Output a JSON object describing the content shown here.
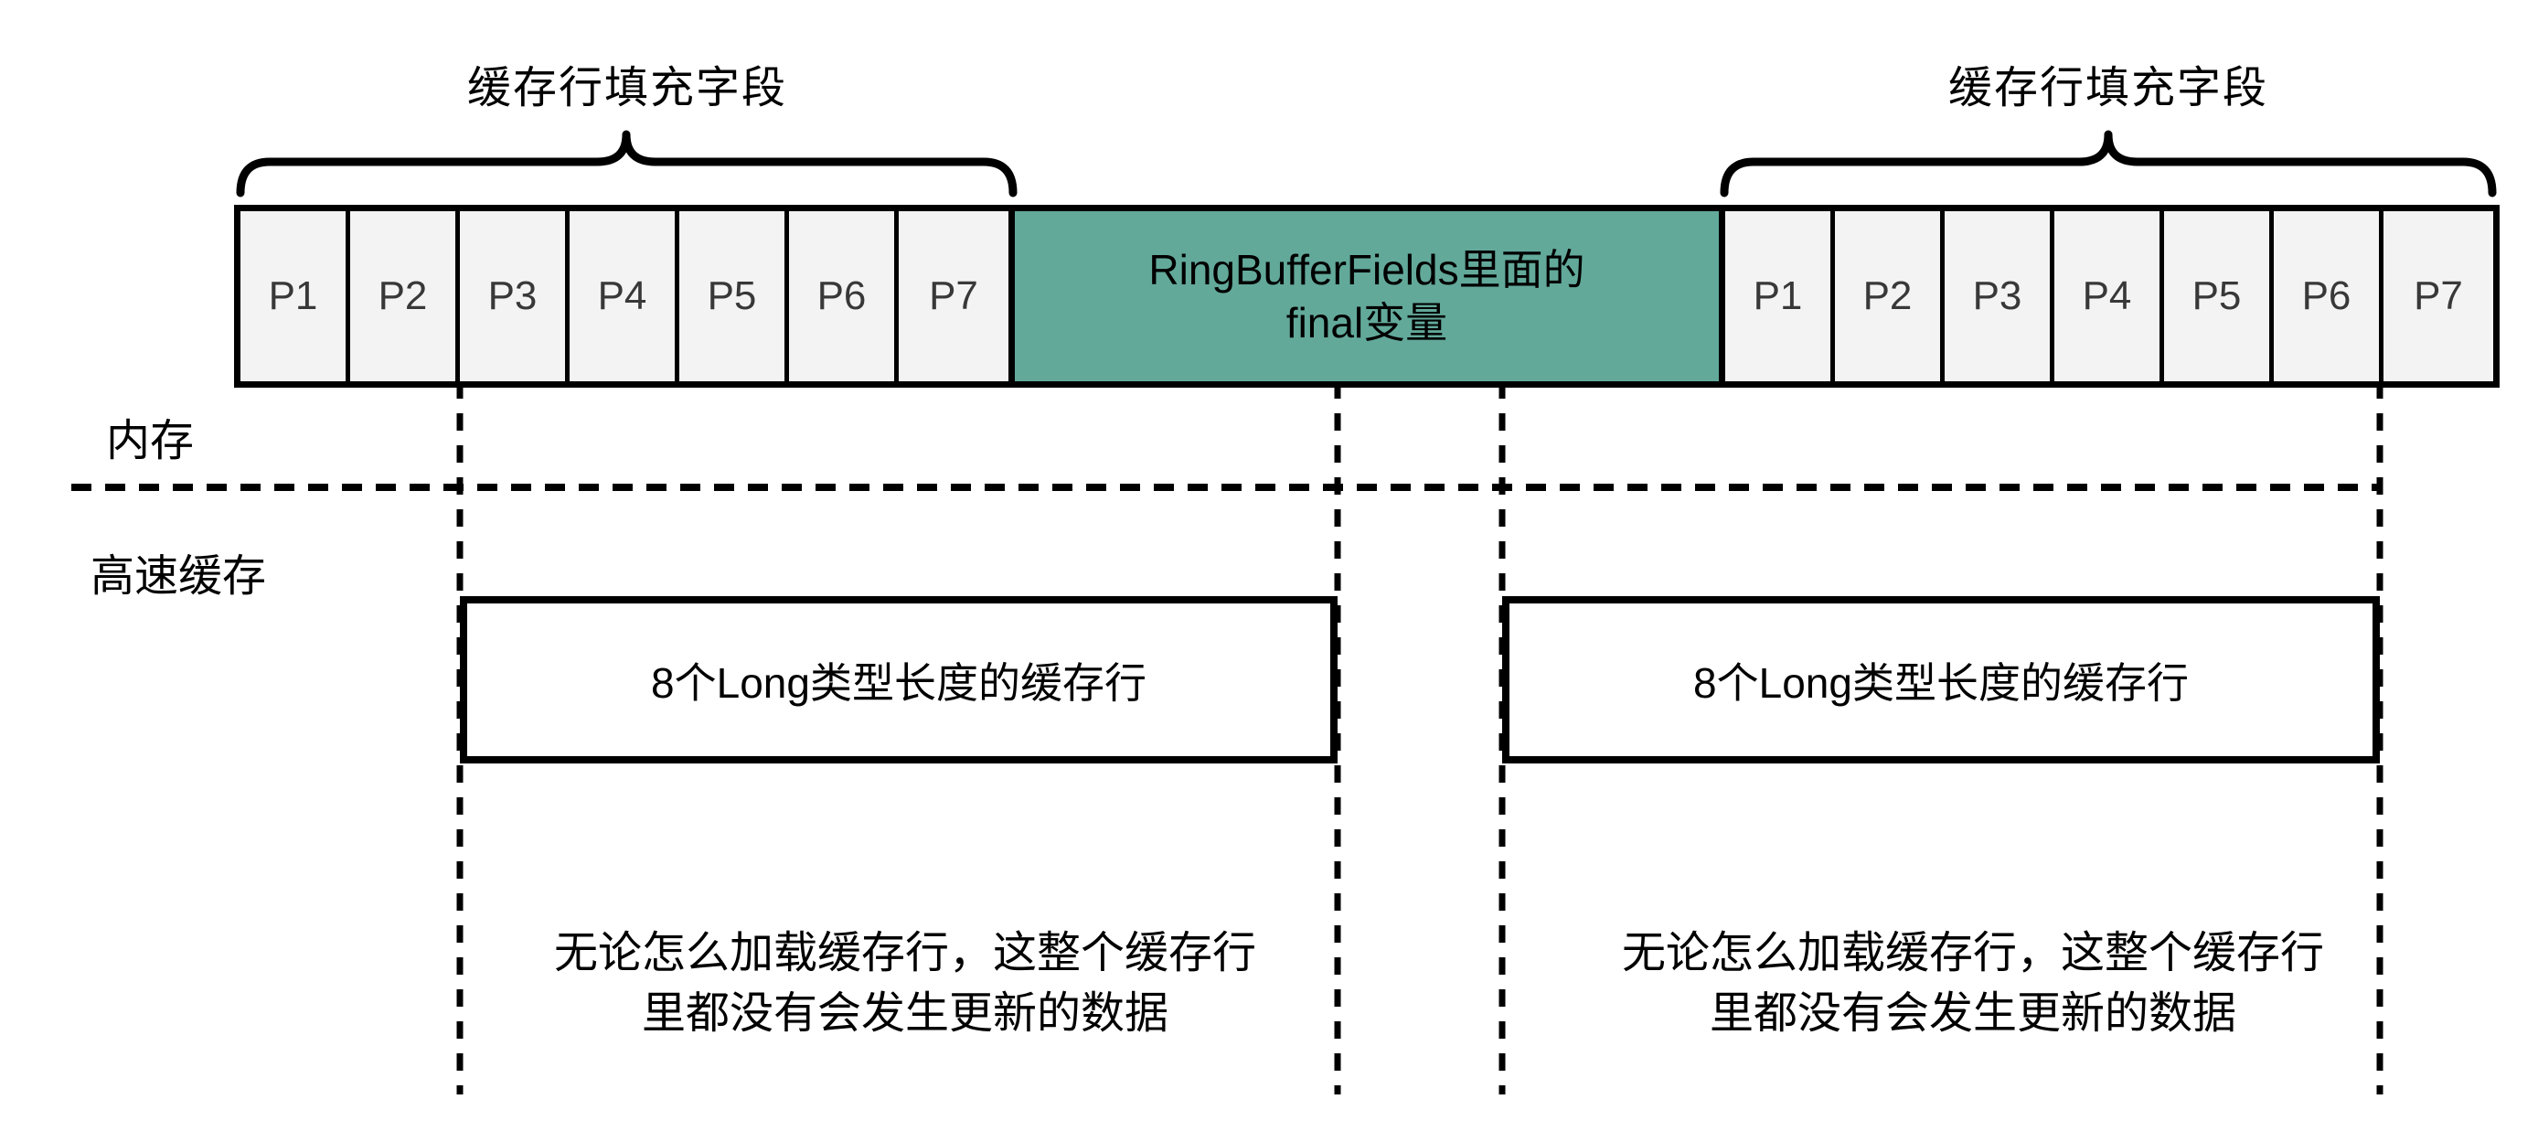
{
  "braces": {
    "left_label": "缓存行填充字段",
    "right_label": "缓存行填充字段"
  },
  "memory_row": {
    "left_cells": [
      "P1",
      "P2",
      "P3",
      "P4",
      "P5",
      "P6",
      "P7"
    ],
    "final_cell": {
      "line1": "RingBufferFields里面的",
      "line2": "final变量"
    },
    "right_cells": [
      "P1",
      "P2",
      "P3",
      "P4",
      "P5",
      "P6",
      "P7"
    ]
  },
  "section_labels": {
    "memory": "内存",
    "cache": "高速缓存"
  },
  "cache_lines": {
    "left_label": "8个Long类型长度的缓存行",
    "right_label": "8个Long类型长度的缓存行"
  },
  "notes": {
    "left_line1": "无论怎么加载缓存行，这整个缓存行",
    "left_line2": "里都没有会发生更新的数据",
    "right_line1": "无论怎么加载缓存行，这整个缓存行",
    "right_line2": "里都没有会发生更新的数据"
  },
  "colors": {
    "highlight_fill": "#62a99a",
    "pad_cell_fill": "#f3f3f3",
    "stroke": "#000000",
    "pad_text": "#383838",
    "background": "#ffffff"
  }
}
